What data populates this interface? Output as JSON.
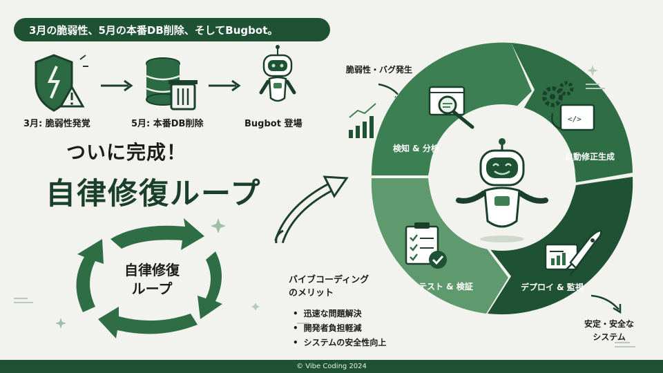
{
  "banner": {
    "text": "3月の脆弱性、5月の本番DB削除、そしてBugbot。"
  },
  "flow": {
    "step1": "3月: 脆弱性発覚",
    "step2": "5月: 本番DB削除",
    "step3": "Bugbot 登場"
  },
  "headline": {
    "line1": "ついに完成！",
    "line2": "自律修復ループ"
  },
  "loop": {
    "line1": "自律修復",
    "line2": "ループ"
  },
  "merit": {
    "title1": "バイブコーディング",
    "title2": "のメリット",
    "items": [
      "迅速な問題解決",
      "開発者負担軽減",
      "システムの安全性向上"
    ]
  },
  "cycle": {
    "start_label": "脆弱性・バグ発生",
    "detect": "検知 & 分析",
    "fix": "自動修正生成",
    "test": "テスト & 検証",
    "deploy": "デプロイ & 監視",
    "end_label1": "安定・安全な",
    "end_label2": "システム"
  },
  "footer": {
    "text": "© Vibe Coding 2024"
  },
  "colors": {
    "dark": "#1f5234",
    "mid": "#3f7d52",
    "light": "#5f9a6e",
    "bg": "#f2f3ef"
  },
  "icons": [
    "shield-warning-icon",
    "database-delete-icon",
    "robot-icon",
    "magnifier-code-icon",
    "gears-code-icon",
    "checklist-icon",
    "rocket-chart-icon",
    "bar-chart-icon"
  ]
}
